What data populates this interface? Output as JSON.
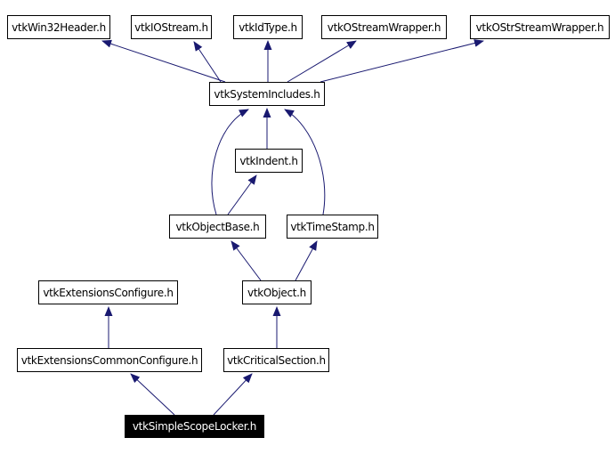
{
  "diagram": {
    "type": "include-dependency-graph",
    "current_file": "vtkSimpleScopeLocker.h"
  },
  "colors": {
    "background": "#ffffff",
    "node_fill": "#ffffff",
    "node_border": "#000000",
    "node_text": "#000000",
    "current_node_fill": "#000000",
    "current_node_text": "#ffffff",
    "edge": "#191970"
  },
  "nodes": [
    {
      "id": "vtkWin32Header",
      "label": "vtkWin32Header.h"
    },
    {
      "id": "vtkIOStream",
      "label": "vtkIOStream.h"
    },
    {
      "id": "vtkIdType",
      "label": "vtkIdType.h"
    },
    {
      "id": "vtkOStreamWrapper",
      "label": "vtkOStreamWrapper.h"
    },
    {
      "id": "vtkOStrStreamWrapper",
      "label": "vtkOStrStreamWrapper.h"
    },
    {
      "id": "vtkSystemIncludes",
      "label": "vtkSystemIncludes.h"
    },
    {
      "id": "vtkIndent",
      "label": "vtkIndent.h"
    },
    {
      "id": "vtkObjectBase",
      "label": "vtkObjectBase.h"
    },
    {
      "id": "vtkTimeStamp",
      "label": "vtkTimeStamp.h"
    },
    {
      "id": "vtkExtensionsConfigure",
      "label": "vtkExtensionsConfigure.h"
    },
    {
      "id": "vtkObject",
      "label": "vtkObject.h"
    },
    {
      "id": "vtkExtensionsCommonConfigure",
      "label": "vtkExtensionsCommonConfigure.h"
    },
    {
      "id": "vtkCriticalSection",
      "label": "vtkCriticalSection.h"
    },
    {
      "id": "vtkSimpleScopeLocker",
      "label": "vtkSimpleScopeLocker.h"
    }
  ],
  "edges": [
    {
      "from": "vtkSystemIncludes",
      "to": "vtkWin32Header.h"
    },
    {
      "from": "vtkSystemIncludes",
      "to": "vtkIOStream.h"
    },
    {
      "from": "vtkSystemIncludes",
      "to": "vtkIdType.h"
    },
    {
      "from": "vtkSystemIncludes",
      "to": "vtkOStreamWrapper.h"
    },
    {
      "from": "vtkSystemIncludes",
      "to": "vtkOStrStreamWrapper.h"
    },
    {
      "from": "vtkIndent",
      "to": "vtkSystemIncludes.h"
    },
    {
      "from": "vtkObjectBase",
      "to": "vtkSystemIncludes.h"
    },
    {
      "from": "vtkObjectBase",
      "to": "vtkIndent.h"
    },
    {
      "from": "vtkTimeStamp",
      "to": "vtkSystemIncludes.h"
    },
    {
      "from": "vtkObject",
      "to": "vtkObjectBase.h"
    },
    {
      "from": "vtkObject",
      "to": "vtkTimeStamp.h"
    },
    {
      "from": "vtkCriticalSection",
      "to": "vtkObject.h"
    },
    {
      "from": "vtkExtensionsCommonConfigure",
      "to": "vtkExtensionsConfigure.h"
    },
    {
      "from": "vtkSimpleScopeLocker",
      "to": "vtkExtensionsCommonConfigure.h"
    },
    {
      "from": "vtkSimpleScopeLocker",
      "to": "vtkCriticalSection.h"
    }
  ]
}
